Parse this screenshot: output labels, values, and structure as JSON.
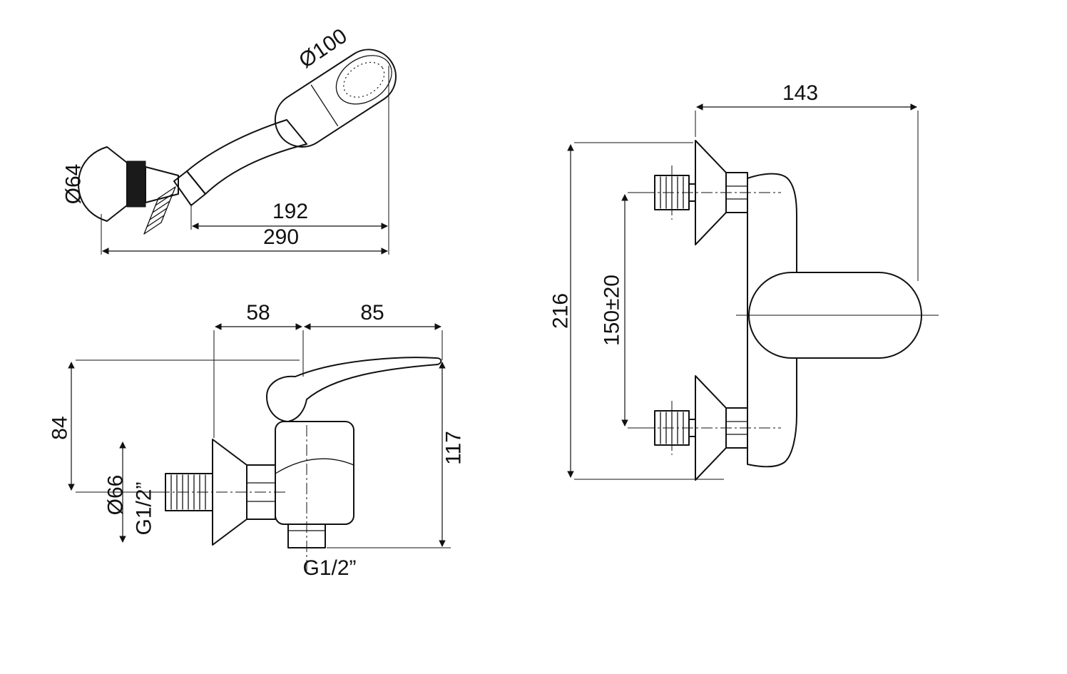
{
  "drawing": {
    "title": "Wall-mounted shower mixer with hand shower - dimensional drawing",
    "colors": {
      "line": "#111111",
      "background": "#ffffff"
    },
    "hand_shower": {
      "label_head_diameter": "Ø100",
      "label_holder_diameter": "Ø64",
      "dim_head_length": "192",
      "dim_total_length": "290"
    },
    "side_view": {
      "dim_rear_depth": "58",
      "dim_front_depth": "85",
      "dim_height_to_inlet": "84",
      "label_escutcheon_diameter": "Ø66",
      "label_inlet_thread": "G1/2”",
      "dim_total_height": "117",
      "label_outlet_thread": "G1/2”"
    },
    "front_view": {
      "dim_width": "143",
      "dim_total_height": "216",
      "dim_centers_distance": "150±20"
    }
  }
}
